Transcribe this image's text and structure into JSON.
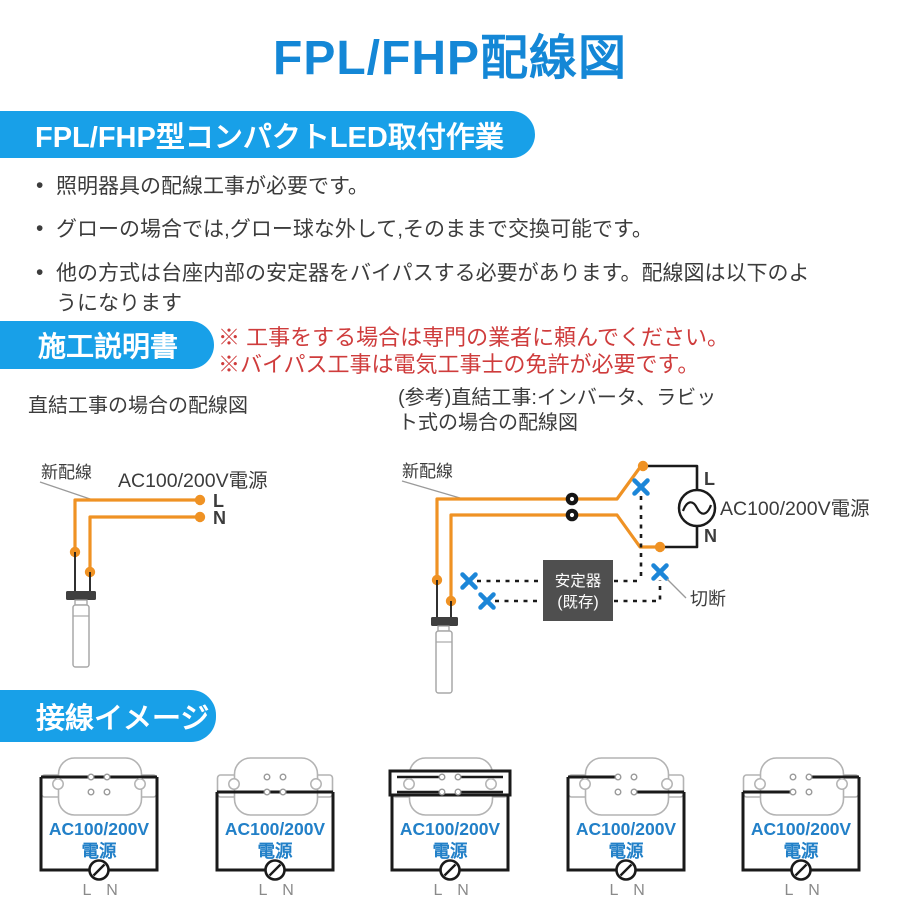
{
  "page": {
    "title": "FPL/FHP配線図"
  },
  "colors": {
    "title_blue": "#1487d6",
    "banner_blue": "#18a0e8",
    "warning_red": "#cf3c3c",
    "wire_orange": "#ef9224",
    "cut_mark_blue": "#1c86d8",
    "ballast_gray": "#4f4f4f",
    "wire_black": "#1a1a1a",
    "text_dark": "#3c3c3c",
    "text_gray": "#8a8a8a",
    "lamp_label_blue": "#2280c8",
    "outline_gray": "#b3b3b3"
  },
  "install_section": {
    "banner": "FPL/FHP型コンパクトLED取付作業",
    "bullets": [
      "照明器具の配線工事が必要です。",
      "グローの場合では,グロー球な外して,そのままで交換可能です。",
      "他の方式は台座内部の安定器をバイパスする必要があります。配線図は以下のよ\nうになります"
    ]
  },
  "instruction_section": {
    "banner": "施工説明書",
    "warnings": [
      "※ 工事をする場合は専門の業者に頼んでください。",
      "※バイパス工事は電気工事士の免許が必要です。"
    ],
    "left_caption": "直結工事の場合の配線図",
    "right_caption": "(参考)直結工事:インバータ、ラビッ\nト式の場合の配線図"
  },
  "direct_diagram": {
    "new_wiring_label": "新配線",
    "power_label": "AC100/200V電源",
    "terminal_l": "L",
    "terminal_n": "N"
  },
  "reference_diagram": {
    "new_wiring_label": "新配線",
    "power_label": "AC100/200V電源",
    "terminal_l": "L",
    "terminal_n": "N",
    "ballast_label_line1": "安定器",
    "ballast_label_line2": "(既存)",
    "cut_label": "切断"
  },
  "connection_section": {
    "banner": "接線イメージ",
    "lamp_power_line1": "AC100/200V",
    "lamp_power_line2": "電源",
    "terminal_l": "L",
    "terminal_n": "N",
    "lamps": [
      {
        "connection": "top-pair"
      },
      {
        "connection": "bottom-pair"
      },
      {
        "connection": "shorted-bar"
      },
      {
        "connection": "top-left-bottom-right"
      },
      {
        "connection": "bottom-left-top-right"
      }
    ]
  }
}
